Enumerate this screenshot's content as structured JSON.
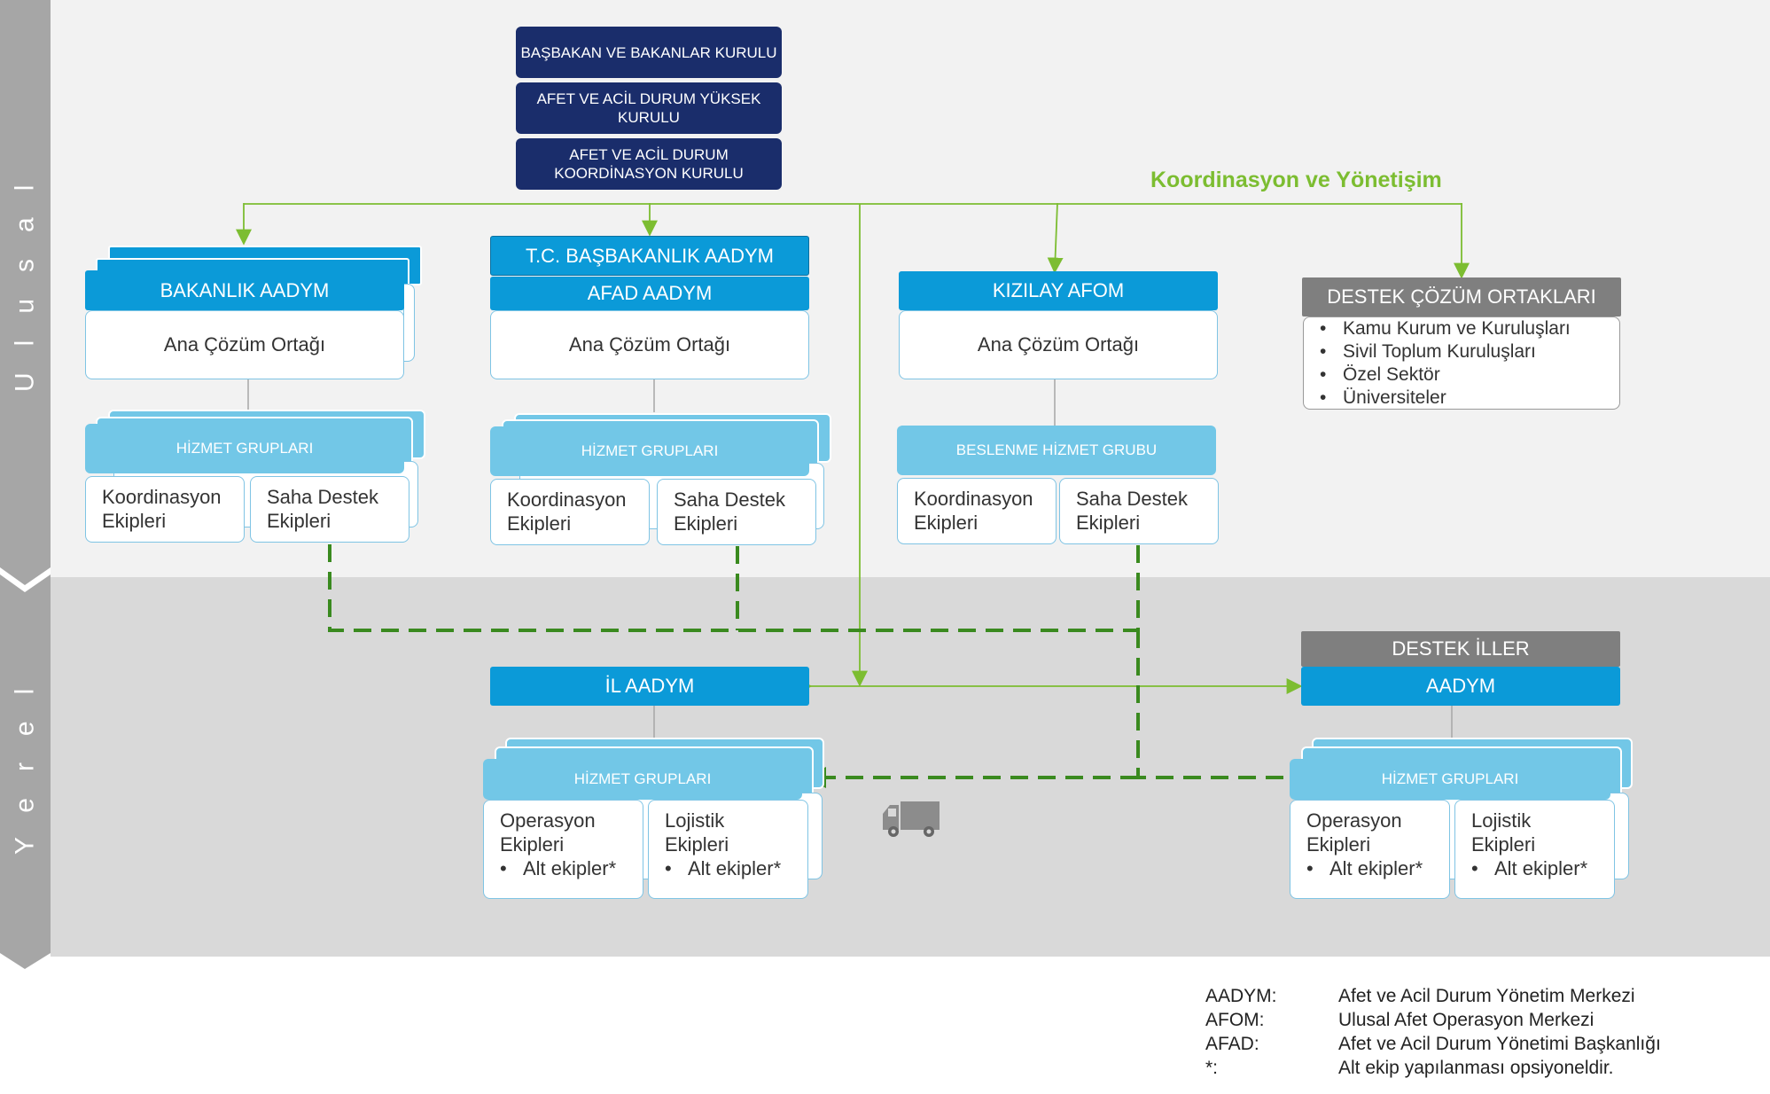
{
  "levels": {
    "national": "Ulusal",
    "local": "Yerel"
  },
  "top_stack": [
    "BAŞBAKAN VE BAKANLAR KURULU",
    "AFET VE ACİL DURUM YÜKSEK KURULU",
    "AFET VE ACİL DURUM KOORDİNASYON KURULU"
  ],
  "coordination_label": "Koordinasyon ve Yönetişim",
  "bakanlik": {
    "header": "BAKANLIK AADYM",
    "body": "Ana Çözüm Ortağı",
    "group": "HİZMET GRUPLARI",
    "team1": [
      "Koordinasyon",
      "Ekipleri"
    ],
    "team2": [
      "Saha Destek",
      "Ekipleri"
    ]
  },
  "afad": {
    "top_header": "T.C. BAŞBAKANLIK AADYM",
    "header": "AFAD AADYM",
    "body": "Ana Çözüm Ortağı",
    "group": "HİZMET GRUPLARI",
    "team1": [
      "Koordinasyon",
      "Ekipleri"
    ],
    "team2": [
      "Saha Destek",
      "Ekipleri"
    ]
  },
  "kizilay": {
    "header": "KIZILAY AFOM",
    "body": "Ana Çözüm Ortağı",
    "group": "BESLENME HİZMET GRUBU",
    "team1": [
      "Koordinasyon",
      "Ekipleri"
    ],
    "team2": [
      "Saha Destek",
      "Ekipleri"
    ]
  },
  "destek_cozum": {
    "header": "DESTEK ÇÖZÜM ORTAKLARI",
    "items": [
      "Kamu Kurum ve Kuruluşları",
      "Sivil Toplum Kuruluşları",
      "Özel Sektör",
      "Üniversiteler"
    ]
  },
  "il": {
    "header": "İL AADYM",
    "group": "HİZMET GRUPLARI",
    "team1": [
      "Operasyon",
      "Ekipleri",
      "Alt ekipler*"
    ],
    "team2": [
      "Lojistik",
      "Ekipleri",
      "Alt ekipler*"
    ]
  },
  "destek_iller": {
    "top_header": "DESTEK İLLER",
    "header": "AADYM",
    "group": "HİZMET GRUPLARI",
    "team1": [
      "Operasyon",
      "Ekipleri",
      "Alt ekipler*"
    ],
    "team2": [
      "Lojistik",
      "Ekipleri",
      "Alt ekipler*"
    ]
  },
  "truck_icon": "truck-icon",
  "legend": [
    {
      "abbr": "AADYM:",
      "desc": "Afet ve Acil Durum Yönetim Merkezi"
    },
    {
      "abbr": "AFOM:",
      "desc": "Ulusal Afet Operasyon Merkezi"
    },
    {
      "abbr": "AFAD:",
      "desc": "Afet ve Acil Durum Yönetimi Başkanlığı"
    },
    {
      "abbr": "*:",
      "desc": "Alt ekip yapılanması opsiyoneldir."
    }
  ],
  "colors": {
    "navy": "#1a2d6b",
    "blue": "#0b9ad8",
    "light_blue": "#72c7e7",
    "gray": "#7f7f7f",
    "green_line": "#7cbd31",
    "green_dashed": "#3a8a1f"
  }
}
